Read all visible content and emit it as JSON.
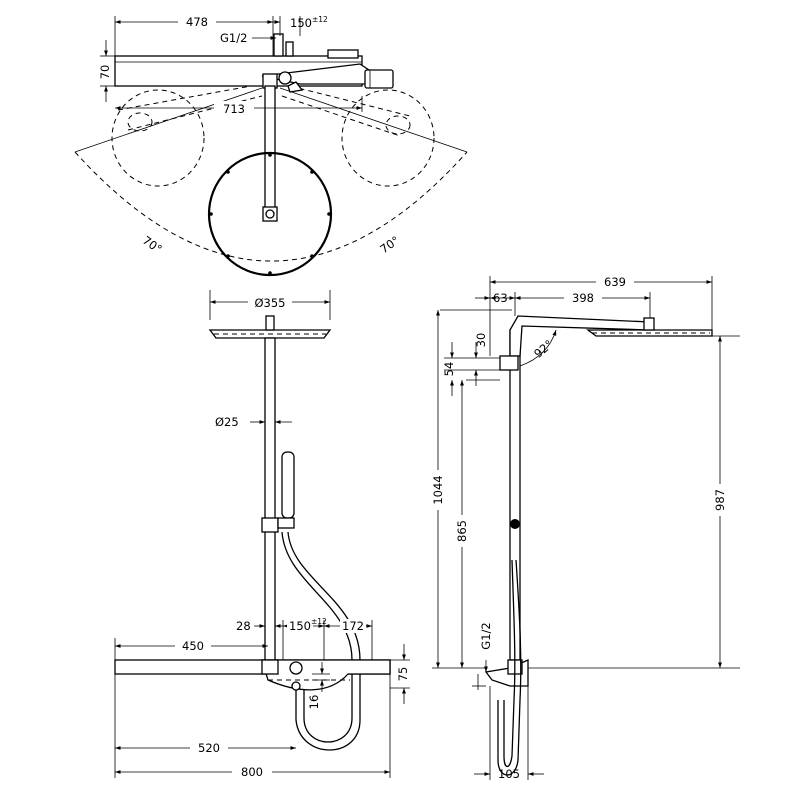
{
  "top_view": {
    "width_478": "478",
    "width_150": "150",
    "tol_150": "±12",
    "thread_label": "G1/2",
    "depth_70": "70",
    "span_713": "713",
    "angle_left": "70°",
    "angle_right": "70°"
  },
  "front_view": {
    "head_diameter": "Ø355",
    "pipe_diameter": "Ø25",
    "offset_28": "28",
    "center_150": "150",
    "tol_150": "±12",
    "offset_172": "172",
    "shelf_450": "450",
    "depth_75": "75",
    "offset_16": "16",
    "width_520": "520",
    "width_800": "800"
  },
  "side_view": {
    "reach_639": "639",
    "offset_63": "63",
    "reach_398": "398",
    "angle_92": "92°",
    "height_30": "30",
    "height_54": "54",
    "height_1044": "1044",
    "height_865": "865",
    "height_987": "987",
    "thread_label": "G1/2",
    "depth_105": "105"
  }
}
